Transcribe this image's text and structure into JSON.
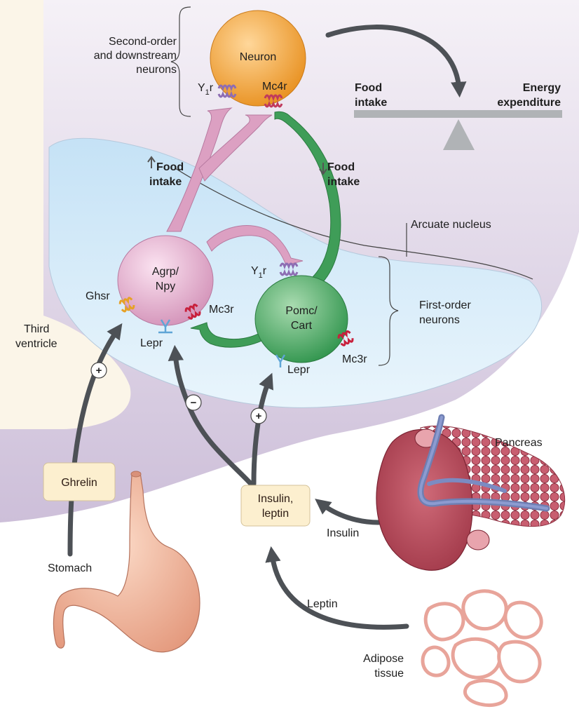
{
  "regions": {
    "second_order": "Second-order and downstream neurons",
    "second_order_lines": [
      "Second-order",
      "and downstream",
      "neurons"
    ],
    "arcuate": "Arcuate nucleus",
    "first_order_lines": [
      "First-order",
      "neurons"
    ],
    "third_ventricle_lines": [
      "Third",
      "ventricle"
    ]
  },
  "neurons": {
    "top": "Neuron",
    "agrp_lines": [
      "Agrp/",
      "Npy"
    ],
    "pomc_lines": [
      "Pomc/",
      "Cart"
    ]
  },
  "receptors": {
    "y1r_top": "Y",
    "y1r_sub": "1",
    "y1r_suffix": "r",
    "mc4r": "Mc4r",
    "ghsr": "Ghsr",
    "mc3r_left": "Mc3r",
    "mc3r_right": "Mc3r",
    "lepr_left": "Lepr",
    "lepr_right": "Lepr"
  },
  "food_intake_up": [
    "Food",
    "intake"
  ],
  "food_intake_down": [
    "Food",
    "intake"
  ],
  "balance": {
    "left_lines": [
      "Food",
      "intake"
    ],
    "right_lines": [
      "Energy",
      "expenditure"
    ]
  },
  "signals": {
    "ghrelin": "Ghrelin",
    "insulin_leptin_lines": [
      "Insulin,",
      "leptin"
    ],
    "insulin": "Insulin",
    "leptin": "Leptin"
  },
  "signs": {
    "plus_ghrelin": "+",
    "minus_lepr": "−",
    "plus_lepr": "+"
  },
  "organs": {
    "stomach": "Stomach",
    "pancreas": "Pancreas",
    "adipose_lines": [
      "Adipose",
      "tissue"
    ]
  },
  "colors": {
    "hypothalamus": "#e6dcec",
    "arcuate": "#d2e9f7",
    "ventricle": "#fbf5e8",
    "neuron_top": "#f3a43c",
    "agrp": "#dfa4c6",
    "pomc": "#4aa762",
    "arrow": "#4d5156",
    "pancreas": "#b24a5c",
    "stomach": "#f2b9a0"
  }
}
